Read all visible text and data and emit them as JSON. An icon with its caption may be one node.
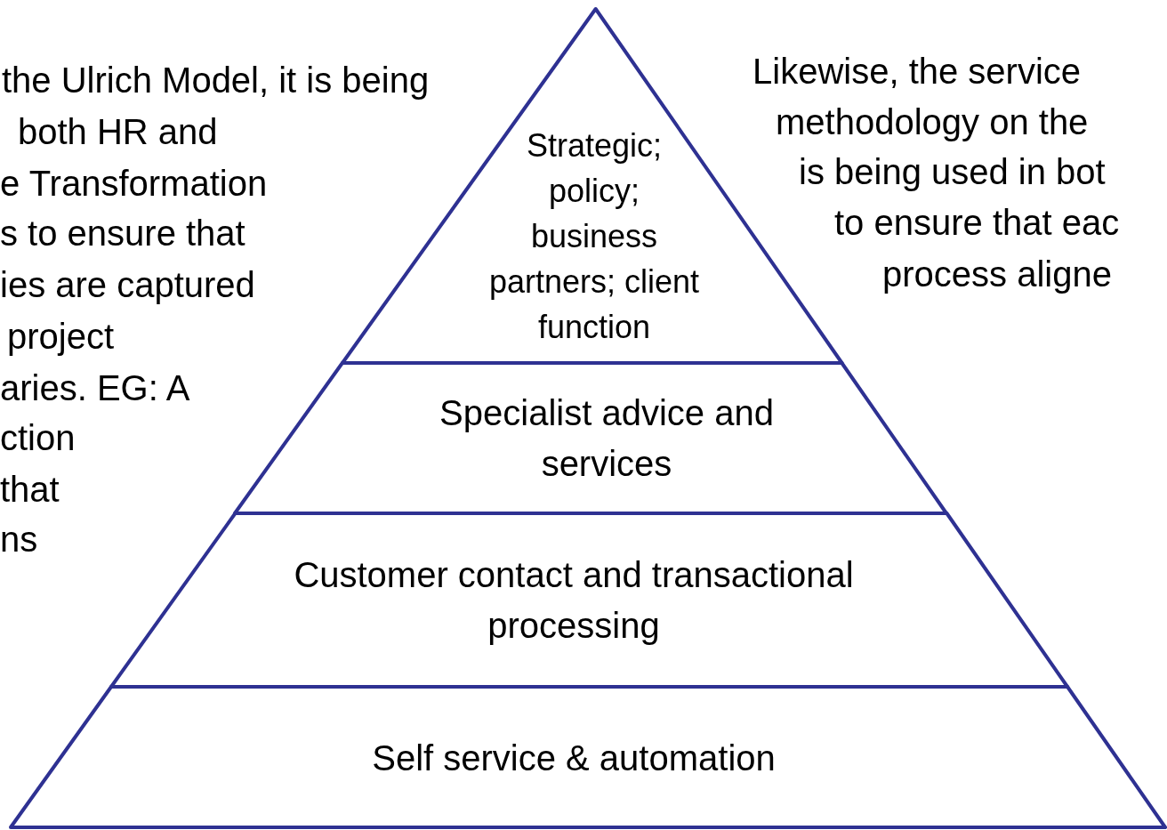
{
  "diagram": {
    "nodes": [
      {
        "text": [
          "Strategic; policy; business partners; client function"
        ]
      },
      {
        "text": [
          "Specialist advice and services"
        ]
      },
      {
        "text": [
          "Customer contact and transactional processing"
        ]
      },
      {
        "text": [
          "Self service & automation"
        ]
      }
    ],
    "labels": [
      "the Ulrich Model, it is being",
      "both HR and",
      "e Transformation",
      "s to ensure that",
      "ies are captured",
      "project",
      "aries. EG: A",
      "ction",
      "that",
      "ns",
      "Likewise, the service",
      "methodology on the",
      "is being used in bot",
      "to ensure that eac",
      "process aligne"
    ]
  }
}
